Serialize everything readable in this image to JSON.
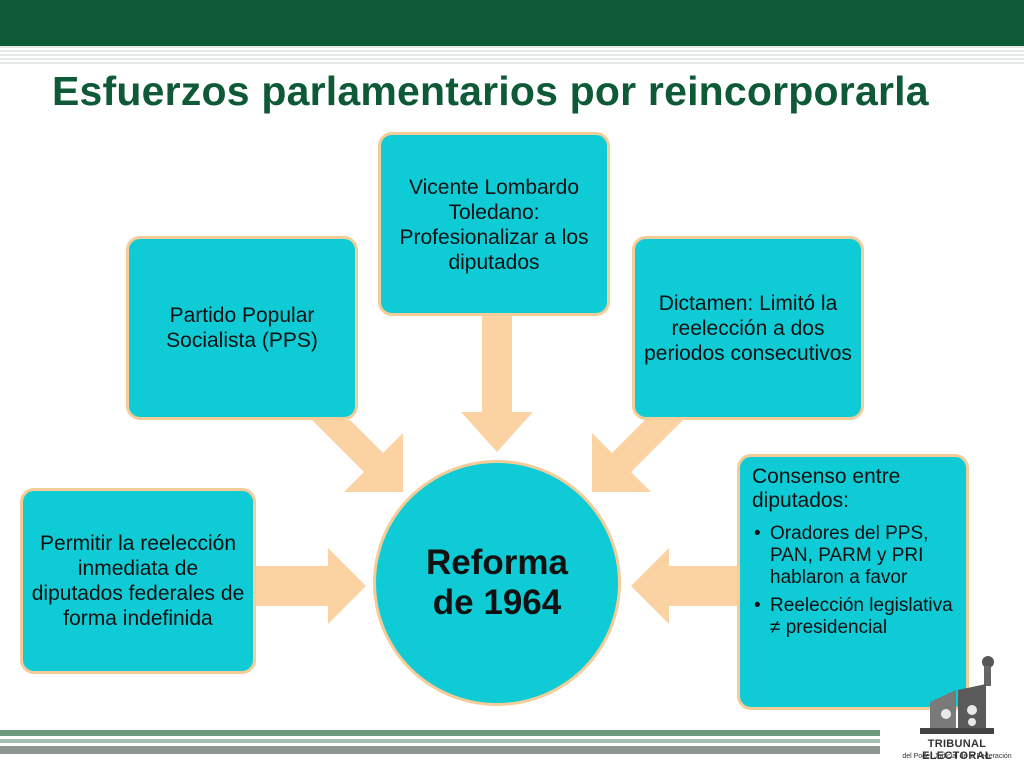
{
  "title": "Esfuerzos parlamentarios por reincorporarla",
  "center": {
    "line1": "Reforma",
    "line2": "de 1964"
  },
  "boxes": {
    "pps": "Partido Popular Socialista (PPS)",
    "lombardo": "Vicente Lombardo Toledano: Profesionalizar a los diputados",
    "dictamen": "Dictamen: Limitó la reelección a dos periodos consecutivos",
    "permitir": "Permitir la reelección inmediata de diputados federales de forma indefinida"
  },
  "consenso": {
    "heading": "Consenso entre diputados:",
    "bullets": [
      "Oradores del PPS, PAN, PARM y PRI hablaron a favor",
      "Reelección legislativa ≠ presidencial"
    ]
  },
  "logo": {
    "line1": "TRIBUNAL ELECTORAL",
    "line2": "del Poder Judicial de la Federación"
  },
  "colors": {
    "header_green": "#0f5a36",
    "box_fill": "#0ecbd6",
    "box_border": "#f4cc98",
    "arrow_fill": "#fbd3a3"
  }
}
